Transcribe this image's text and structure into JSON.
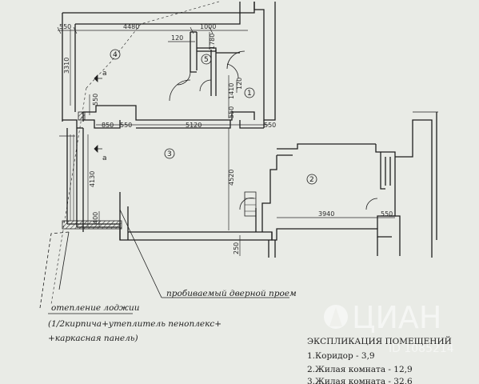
{
  "dimensions": {
    "top_left_wall": "550",
    "top_span": "4480",
    "top_right": "1000",
    "wall_120_top": "120",
    "dim_1780": "1780",
    "dim_3310": "3310",
    "dim_550_left": "550",
    "dim_1410": "1410",
    "dim_120_right": "120",
    "dim_850": "850",
    "dim_550_mid": "550",
    "dim_5120": "5120",
    "dim_550_right": "550",
    "dim_550_vert": "550",
    "dim_4130": "4130",
    "dim_4520": "4520",
    "dim_400": "400",
    "dim_3940": "3940",
    "dim_550_room2": "550",
    "dim_250": "250"
  },
  "rooms": {
    "r1": "1",
    "r2": "2",
    "r3": "3",
    "r4": "4",
    "r5": "5"
  },
  "section_marks": {
    "a_top": "a",
    "a_bottom": "a"
  },
  "notes": {
    "door_opening": "пробиваемый дверной проем",
    "loggia_line1": "отепление лоджии",
    "loggia_line2": "(1/2кирпича+утеплитель пеноплекс+",
    "loggia_line3": "+каркасная панель)"
  },
  "explication": {
    "title": "ЭКСПЛИКАЦИЯ ПОМЕЩЕНИЙ",
    "items": [
      "1.Коридор - 3,9",
      "2.Жилая комната - 12,9",
      "3.Жилая комната - 32,6"
    ]
  },
  "watermark": {
    "brand": "ЦИАН",
    "id_text": "ID 1085214"
  },
  "colors": {
    "paper": "#e9ebe6",
    "ink": "#1e1e1e"
  }
}
